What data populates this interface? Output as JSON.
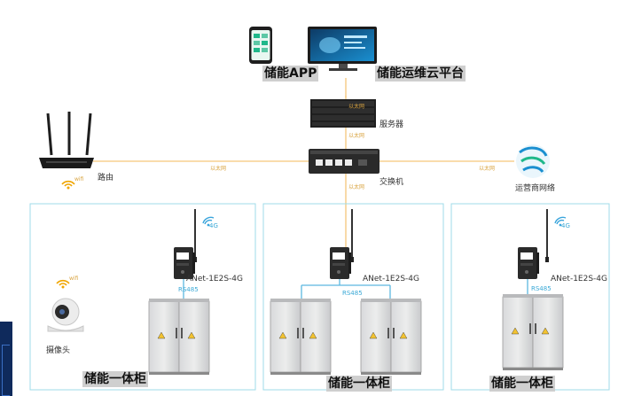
{
  "top": {
    "app_label": "储能APP",
    "platform_label": "储能运维云平台"
  },
  "devices": {
    "server_label": "服务器",
    "switch_label": "交换机",
    "router_label": "路由",
    "carrier_label": "运营商网络",
    "camera_label": "摄像头"
  },
  "links": {
    "ethernet_1": "以太网",
    "ethernet_2": "以太网",
    "ethernet_3": "以太网",
    "ethernet_4": "以太网",
    "ethernet_5": "以太网",
    "wifi_1": "wifi",
    "wifi_2": "wifi"
  },
  "cabinets": [
    {
      "module": "ANet-1E2S-4G",
      "bus": "RS485",
      "signal": "4G",
      "label": "储能一体柜"
    },
    {
      "module": "ANet-1E2S-4G",
      "bus": "RS485",
      "signal": "",
      "label": "储能一体柜"
    },
    {
      "module": "ANet-1E2S-4G",
      "bus": "RS485",
      "signal": "4G",
      "label": "储能一体柜"
    }
  ],
  "colors": {
    "ethernet_line": "#f5c77a",
    "rs485_line": "#5cb8e0",
    "panel_border": "#9fdbe8",
    "app_green": "#1fb88a",
    "carrier_blue": "#1a8fd0",
    "side_panel": "#0f2a5c"
  }
}
